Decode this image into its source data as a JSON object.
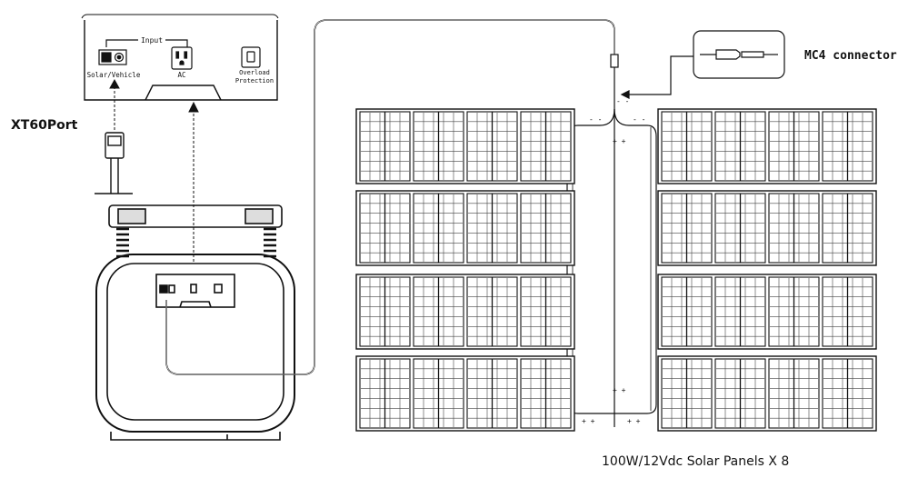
{
  "labels": {
    "xt60_port": "XT60Port",
    "mc4_connector": "MC4 connector",
    "panels_caption": "100W/12Vdc Solar Panels X 8"
  },
  "front_panel": {
    "input_group": "Input",
    "solar_vehicle": "Solar/Vehicle",
    "ac": "AC",
    "overload_line1": "Overload",
    "overload_line2": "Protection"
  },
  "polarity": {
    "minus": "- -",
    "plus": "+ +"
  },
  "solar_array": {
    "panel_count": 8,
    "cells_per_panel": 4,
    "panel_rating": "100W/12Vdc"
  }
}
